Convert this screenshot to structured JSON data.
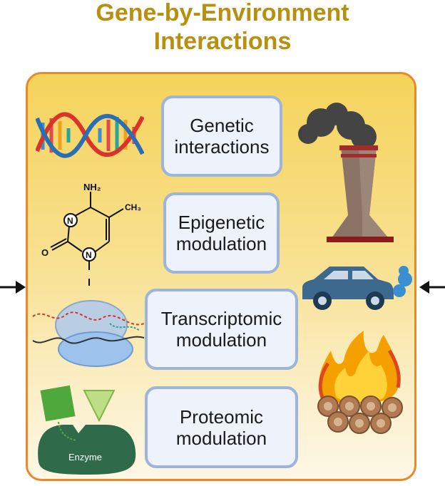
{
  "title": {
    "line1": "Gene-by-Environment",
    "line2": "Interactions"
  },
  "boxes": [
    {
      "label": "Genetic\ninteractions"
    },
    {
      "label": "Epigenetic\nmodulation"
    },
    {
      "label": "Transcriptomic\nmodulation"
    },
    {
      "label": "Proteomic\nmodulation"
    }
  ],
  "molecule": {
    "nh2": "NH₂",
    "ch3": "CH₃",
    "n1": "N",
    "n2": "N",
    "o": "O"
  },
  "enzyme_label": "Enzyme",
  "colors": {
    "title": "#b8900f",
    "panel_border": "#e8892b",
    "box_border": "#9db4db",
    "box_fill": "#edf2fb",
    "car": "#3d6a8c",
    "smoke": "#444444",
    "enzyme": "#2f6b4a"
  },
  "icons": [
    "dna-helix-icon",
    "methylcytosine-molecule-icon",
    "ribosome-icon",
    "enzyme-substrate-icon",
    "factory-smokestack-icon",
    "car-exhaust-icon",
    "campfire-icon",
    "left-arrow-icon",
    "right-arrow-icon"
  ]
}
